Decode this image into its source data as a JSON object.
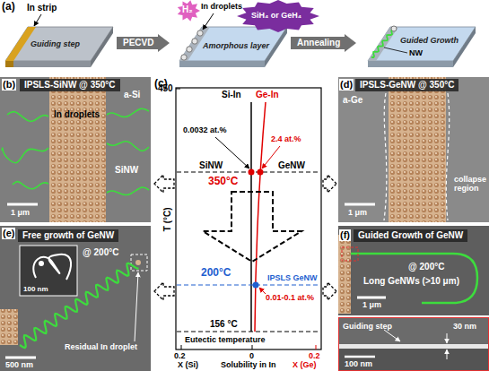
{
  "diagram": {
    "nodes": [
      {
        "text": [
          "PECVD"
        ]
      },
      {
        "text": [
          "Annealing"
        ]
      },
      {
        "text": [
          "IPSLS-SiNW @ 350°C"
        ]
      },
      {
        "text": [
          "IPSLS-GeNW @ 350°C"
        ]
      },
      {
        "text": [
          "Free growth of GeNW"
        ]
      },
      {
        "text": [
          "Guided Growth of GeNW"
        ]
      }
    ],
    "labels": [
      "(a)",
      "In strip",
      "Guiding step",
      "In droplets",
      "H₂",
      "SiH₄ or GeH₄",
      "Amorphous layer",
      "Guided Growth",
      "NW",
      "(b)",
      "a-Si",
      "In droplets",
      "SiNW",
      "1 μm",
      "(c)",
      "450",
      "Si-In",
      "Ge-In",
      "T (°C)",
      "0.0032 at.%",
      "2.4 at.%",
      "SiNW",
      "GeNW",
      "350°C",
      "200°C",
      "IPSLS GeNW",
      "0.01-0.1 at.%",
      "156 °C",
      "Eutectic temperature",
      "0.2",
      "X (Si)",
      "0",
      "Solubility in In",
      "0.2",
      "X (Ge)",
      "(d)",
      "a-Ge",
      "1 μm",
      "collapse region",
      "(e)",
      "100 nm",
      "@ 200°C",
      "Residual In droplet",
      "500 nm",
      "(f)",
      "@ 200°C",
      "1 μm",
      "Long GeNWs (>10 μm)",
      "Guiding step",
      "30 nm",
      "100 nm"
    ]
  }
}
